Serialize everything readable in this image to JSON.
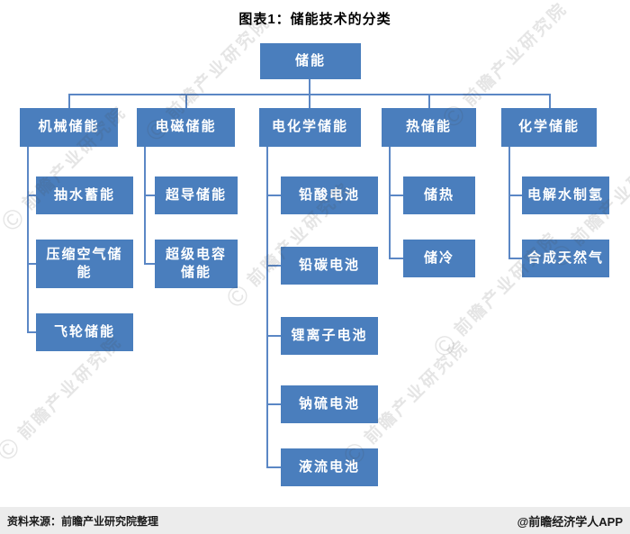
{
  "title": "图表1：储能技术的分类",
  "colors": {
    "box": "#4A7EBD",
    "line": "#5B87C5",
    "footer": "#ECECEC"
  },
  "tree": {
    "root": "储能",
    "branches": [
      {
        "label": "机械储能",
        "children": [
          "抽水蓄能",
          "压缩空气储能",
          "飞轮储能"
        ]
      },
      {
        "label": "电磁储能",
        "children": [
          "超导储能",
          "超级电容储能"
        ]
      },
      {
        "label": "电化学储能",
        "children": [
          "铅酸电池",
          "铅碳电池",
          "锂离子电池",
          "钠硫电池",
          "液流电池"
        ]
      },
      {
        "label": "热储能",
        "children": [
          "储热",
          "储冷"
        ]
      },
      {
        "label": "化学储能",
        "children": [
          "电解水制氢",
          "合成天然气"
        ]
      }
    ]
  },
  "footer": {
    "source": "资料来源：前瞻产业研究院整理",
    "brand": "@前瞻经济学人APP"
  },
  "watermark": {
    "text": "前瞻产业研究院",
    "copyright": "©"
  }
}
